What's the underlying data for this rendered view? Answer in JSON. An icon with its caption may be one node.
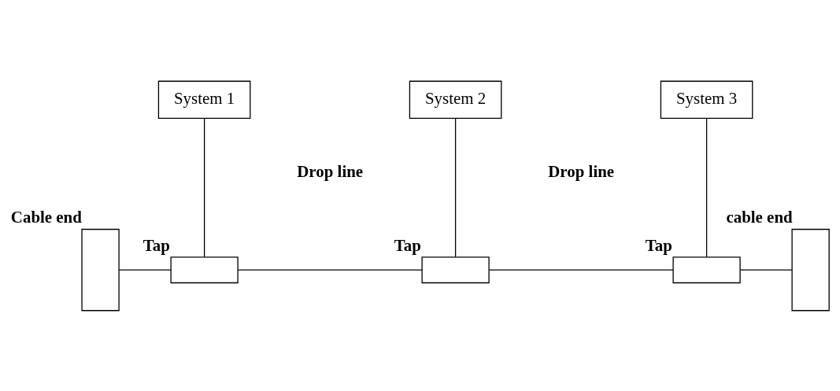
{
  "diagram": {
    "nodes": [
      {
        "text": [],
        "shape": "box",
        "beside": [
          "Cable end"
        ]
      },
      {
        "text": [
          "System 1"
        ]
      },
      {
        "text": [
          "System 2"
        ]
      },
      {
        "text": [
          "System 3"
        ]
      },
      {
        "text": [],
        "shape": "box",
        "beside": [
          "Tap"
        ]
      },
      {
        "text": [],
        "shape": "box",
        "beside": [
          "Tap"
        ]
      },
      {
        "text": [],
        "shape": "box",
        "beside": [
          "Tap"
        ]
      },
      {
        "text": [],
        "shape": "box",
        "beside": [
          "cable end"
        ]
      }
    ],
    "edges": [
      {
        "from": 0,
        "to": 4,
        "arrow": "none"
      },
      {
        "from": 4,
        "to": 5,
        "arrow": "none"
      },
      {
        "from": 5,
        "to": 6,
        "arrow": "none"
      },
      {
        "from": 6,
        "to": 7,
        "arrow": "none"
      },
      {
        "from": 1,
        "to": 4,
        "arrow": "none"
      },
      {
        "from": 2,
        "to": 5,
        "arrow": "none"
      },
      {
        "from": 3,
        "to": 6,
        "arrow": "none"
      }
    ],
    "labels": [
      "Drop line",
      "Drop line"
    ]
  }
}
